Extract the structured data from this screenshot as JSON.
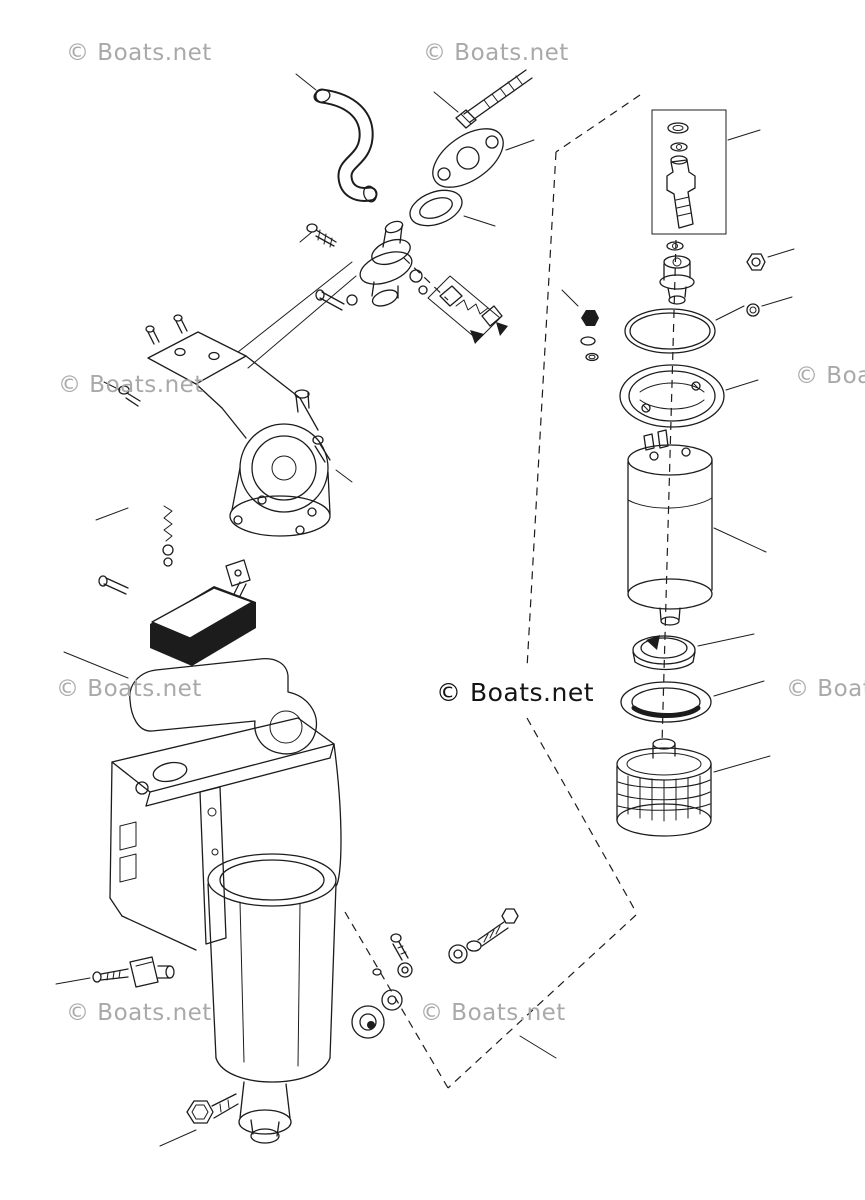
{
  "colors": {
    "line": "#1c1c1c",
    "watermark_light": "#a9a9a9",
    "watermark_dark": "#141414",
    "background": "#ffffff"
  },
  "watermarks": [
    {
      "text": "© Boats.net"
    },
    {
      "text": "© Boats.net"
    },
    {
      "text": "© Boats.net"
    },
    {
      "text": "© Boats.net"
    },
    {
      "text": "© Boats.net"
    },
    {
      "text": "© Boats.net"
    },
    {
      "text": "© Boats.net"
    },
    {
      "text": "© Boats.net"
    },
    {
      "text": "© Boats.net"
    }
  ]
}
